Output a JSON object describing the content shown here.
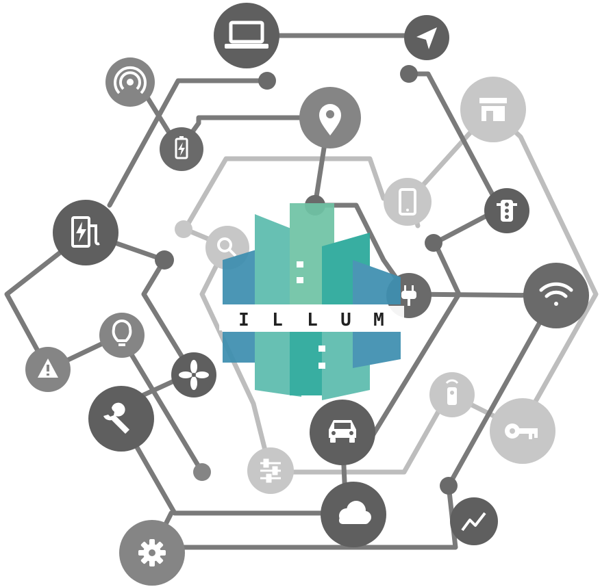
{
  "logo": {
    "wordmark": "ILLUM",
    "letters": [
      "I",
      "L",
      "L",
      "U",
      "M"
    ],
    "colors": {
      "teal": "#2aa89a",
      "teal_light": "#5cbcae",
      "blue": "#3e8fb0",
      "green": "#6fc3a5"
    }
  },
  "colors": {
    "node_dark": "#5f5f5f",
    "node_mid": "#858585",
    "node_light": "#c7c7c7",
    "line_dark": "#6a6a6a",
    "line_light": "#bdbdbd",
    "icon": "#ffffff"
  },
  "nodes": [
    {
      "icon": "laptop-icon",
      "tone": "dark"
    },
    {
      "icon": "navigation-arrow-icon",
      "tone": "dark"
    },
    {
      "icon": "wireless-broadcast-icon",
      "tone": "mid"
    },
    {
      "icon": "battery-icon",
      "tone": "mid"
    },
    {
      "icon": "location-pin-icon",
      "tone": "mid"
    },
    {
      "icon": "store-icon",
      "tone": "light"
    },
    {
      "icon": "smartphone-icon",
      "tone": "light"
    },
    {
      "icon": "traffic-light-icon",
      "tone": "dark"
    },
    {
      "icon": "ev-charging-station-icon",
      "tone": "dark"
    },
    {
      "icon": "search-icon",
      "tone": "light"
    },
    {
      "icon": "power-plug-icon",
      "tone": "mid"
    },
    {
      "icon": "wifi-icon",
      "tone": "mid"
    },
    {
      "icon": "lightbulb-icon",
      "tone": "mid"
    },
    {
      "icon": "warning-icon",
      "tone": "mid"
    },
    {
      "icon": "fan-icon",
      "tone": "dark"
    },
    {
      "icon": "wrench-icon",
      "tone": "dark"
    },
    {
      "icon": "remote-control-icon",
      "tone": "light"
    },
    {
      "icon": "key-icon",
      "tone": "light"
    },
    {
      "icon": "car-icon",
      "tone": "dark"
    },
    {
      "icon": "sliders-icon",
      "tone": "light"
    },
    {
      "icon": "cloud-icon",
      "tone": "dark"
    },
    {
      "icon": "trend-line-icon",
      "tone": "dark"
    },
    {
      "icon": "gear-icon",
      "tone": "mid"
    }
  ]
}
